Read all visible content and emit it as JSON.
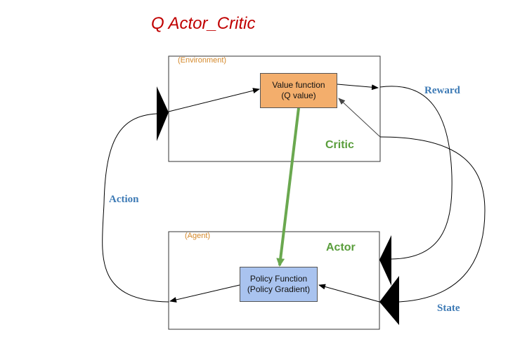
{
  "title": "Q Actor_Critic",
  "environment": {
    "tag": "(Environment)",
    "role_label": "Critic"
  },
  "agent": {
    "tag": "(Agent)",
    "role_label": "Actor"
  },
  "nodes": {
    "value_function": {
      "line1": "Value function",
      "line2": "(Q value)",
      "fill": "#f3ae6c"
    },
    "policy_function": {
      "line1": "Policy Function",
      "line2": "(Policy Gradient)",
      "fill": "#a9c3ef"
    }
  },
  "edge_labels": {
    "reward": "Reward",
    "action": "Action",
    "state": "State"
  },
  "colors": {
    "title": "#c00000",
    "role_labels": "#5a9e3c",
    "gradient_arrow": "#6aa84f",
    "edge_labels": "#3d7ab5",
    "box_tags": "#d4882a"
  }
}
